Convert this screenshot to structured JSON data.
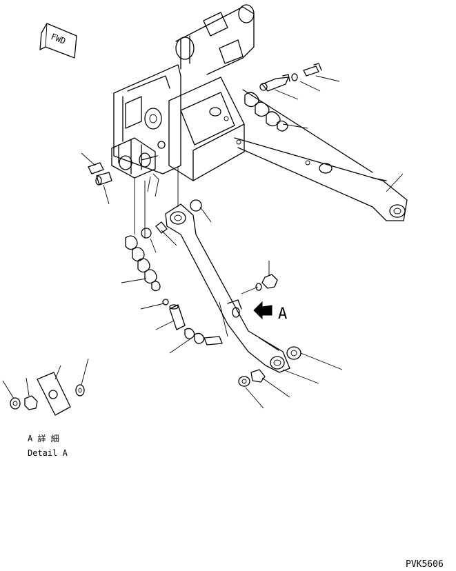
{
  "labels": {
    "forward": "FWD",
    "detail_marker": "A",
    "detail_title_jp": "A 詳 細",
    "detail_title_en": "Detail A",
    "drawing_code": "PVK5606"
  },
  "colors": {
    "ink": "#000000",
    "paper": "#ffffff"
  }
}
